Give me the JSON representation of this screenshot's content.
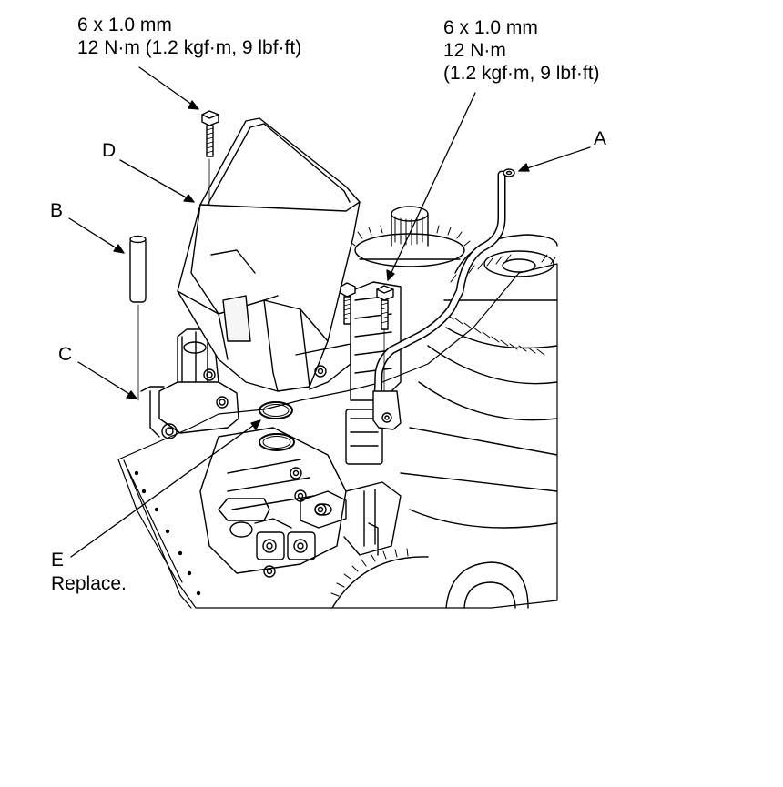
{
  "spec_left": {
    "line1": "6 x 1.0 mm",
    "line2": "12 N·m (1.2 kgf·m, 9 lbf·ft)"
  },
  "spec_right": {
    "line1": "6 x 1.0 mm",
    "line2": "12 N·m",
    "line3": "(1.2 kgf·m, 9 lbf·ft)"
  },
  "callouts": {
    "A": "A",
    "B": "B",
    "C": "C",
    "D": "D",
    "E": "E",
    "E_note": "Replace."
  }
}
